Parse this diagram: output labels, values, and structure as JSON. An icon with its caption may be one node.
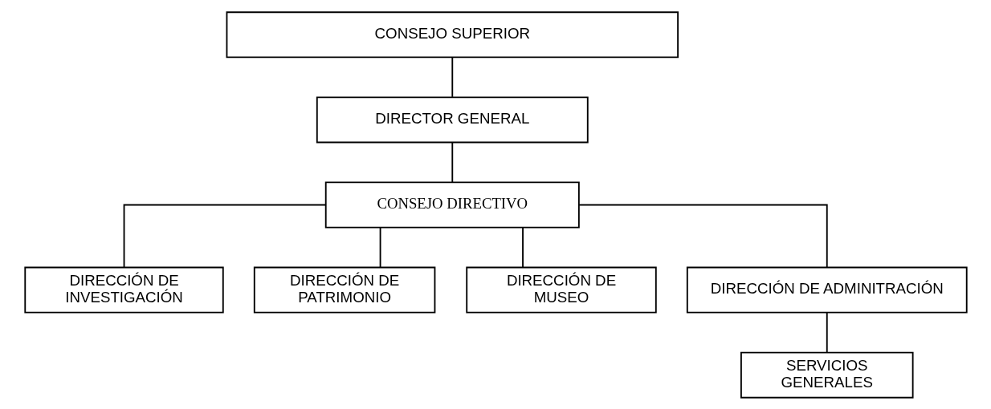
{
  "diagram": {
    "nodes": [
      {
        "text": [
          "CONSEJO SUPERIOR"
        ]
      },
      {
        "text": [
          "DIRECTOR GENERAL"
        ]
      },
      {
        "text": [
          "CONSEJO DIRECTIVO"
        ]
      },
      {
        "text": [
          "DIRECCIÓN DE INVESTIGACIÓN"
        ]
      },
      {
        "text": [
          "DIRECCIÓN DE PATRIMONIO"
        ]
      },
      {
        "text": [
          "DIRECCIÓN DE MUSEO"
        ]
      },
      {
        "text": [
          "DIRECCIÓN DE ADMINITRACIÓN"
        ]
      },
      {
        "text": [
          "SERVICIOS GENERALES"
        ]
      }
    ],
    "edges": [
      {
        "from": 0,
        "to": 1,
        "arrow": "none"
      },
      {
        "from": 1,
        "to": 2,
        "arrow": "none"
      },
      {
        "from": 2,
        "to": 3,
        "arrow": "none"
      },
      {
        "from": 2,
        "to": 4,
        "arrow": "none"
      },
      {
        "from": 2,
        "to": 5,
        "arrow": "none"
      },
      {
        "from": 2,
        "to": 6,
        "arrow": "none"
      },
      {
        "from": 6,
        "to": 7,
        "arrow": "none"
      }
    ]
  }
}
